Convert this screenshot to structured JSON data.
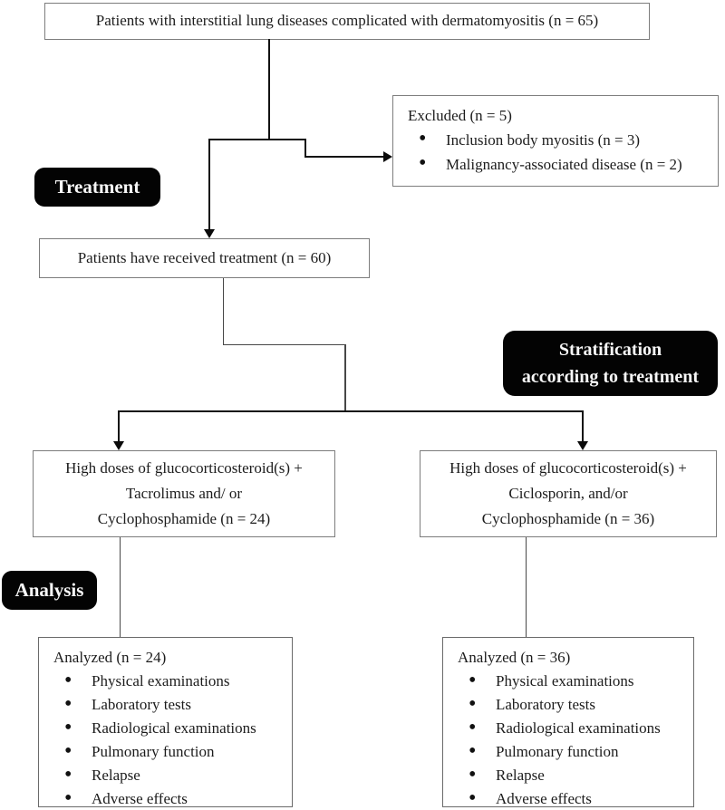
{
  "figure": {
    "top_box": "Patients with interstitial lung diseases complicated with dermatomyositis (n = 65)",
    "excluded_box": {
      "title": "Excluded (n = 5)",
      "items": [
        "Inclusion body myositis (n = 3)",
        "Malignancy-associated disease (n = 2)"
      ]
    },
    "treatment_label": "Treatment",
    "received_box": "Patients have received treatment (n = 60)",
    "stratification_label": {
      "line1": "Stratification",
      "line2": "according to treatment"
    },
    "left_branch_box": {
      "line1": "High doses of glucocorticosteroid(s) +",
      "line2": "Tacrolimus and/ or",
      "line3": "Cyclophosphamide (n = 24)"
    },
    "right_branch_box": {
      "line1": "High doses of glucocorticosteroid(s) +",
      "line2": "Ciclosporin, and/or",
      "line3": "Cyclophosphamide (n = 36)"
    },
    "analysis_label": "Analysis",
    "left_analyzed_box": {
      "title": "Analyzed (n = 24)",
      "items": [
        "Physical examinations",
        "Laboratory tests",
        "Radiological examinations",
        "Pulmonary function",
        "Relapse",
        "Adverse effects"
      ]
    },
    "right_analyzed_box": {
      "title": "Analyzed (n = 36)",
      "items": [
        "Physical examinations",
        "Laboratory tests",
        "Radiological examinations",
        "Pulmonary function",
        "Relapse",
        "Adverse effects"
      ]
    }
  },
  "colors": {
    "background": "#ffffff",
    "text": "#1c1c1c",
    "box_border": "#7d7d7d",
    "connector_line": "#121212",
    "thin_line": "#474747",
    "label_background": "#030303",
    "label_text": "#f7f7f7"
  }
}
